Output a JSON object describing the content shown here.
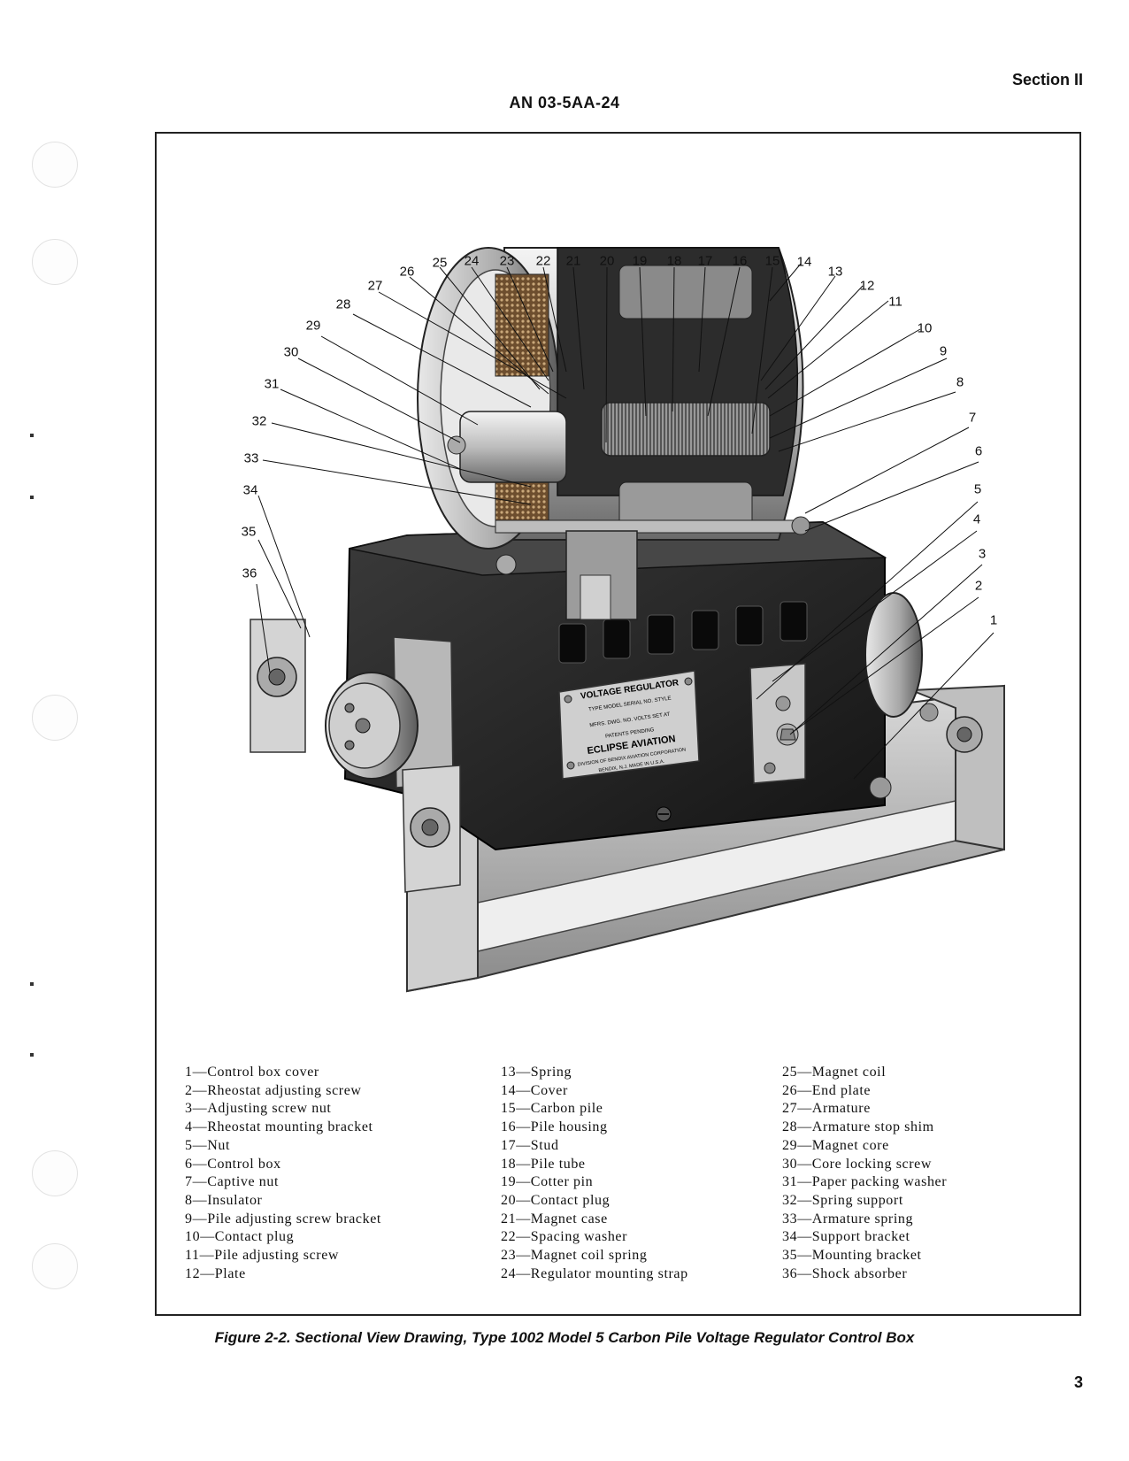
{
  "header": {
    "section": "Section II",
    "document_number": "AN 03-5AA-24"
  },
  "figure": {
    "nameplate": {
      "title": "VOLTAGE REGULATOR",
      "row1": "TYPE   MODEL   SERIAL NO.   STYLE",
      "row2": "MFRS. DWG. NO.   VOLTS SET AT",
      "row3": "PATENTS   PENDING",
      "brand": "ECLIPSE AVIATION",
      "division": "DIVISION OF BENDIX AVIATION CORPORATION",
      "location": "BENDIX, N.J.   MADE IN U.S.A."
    },
    "callouts": [
      "1",
      "2",
      "3",
      "4",
      "5",
      "6",
      "7",
      "8",
      "9",
      "10",
      "11",
      "12",
      "13",
      "14",
      "15",
      "16",
      "17",
      "18",
      "19",
      "20",
      "21",
      "22",
      "23",
      "24",
      "25",
      "26",
      "27",
      "28",
      "29",
      "30",
      "31",
      "32",
      "33",
      "34",
      "35",
      "36"
    ]
  },
  "legend": {
    "column1": [
      "1—Control box cover",
      "2—Rheostat adjusting screw",
      "3—Adjusting screw nut",
      "4—Rheostat mounting bracket",
      "5—Nut",
      "6—Control box",
      "7—Captive nut",
      "8—Insulator",
      "9—Pile adjusting screw bracket",
      "10—Contact plug",
      "11—Pile adjusting screw",
      "12—Plate"
    ],
    "column2": [
      "13—Spring",
      "14—Cover",
      "15—Carbon pile",
      "16—Pile housing",
      "17—Stud",
      "18—Pile tube",
      "19—Cotter pin",
      "20—Contact plug",
      "21—Magnet case",
      "22—Spacing washer",
      "23—Magnet coil spring",
      "24—Regulator mounting strap"
    ],
    "column3": [
      "25—Magnet coil",
      "26—End plate",
      "27—Armature",
      "28—Armature stop shim",
      "29—Magnet core",
      "30—Core locking screw",
      "31—Paper packing washer",
      "32—Spring support",
      "33—Armature spring",
      "34—Support bracket",
      "35—Mounting bracket",
      "36—Shock absorber"
    ]
  },
  "caption": "Figure 2-2. Sectional View Drawing, Type 1002 Model 5 Carbon Pile Voltage Regulator Control Box",
  "page_number": "3"
}
